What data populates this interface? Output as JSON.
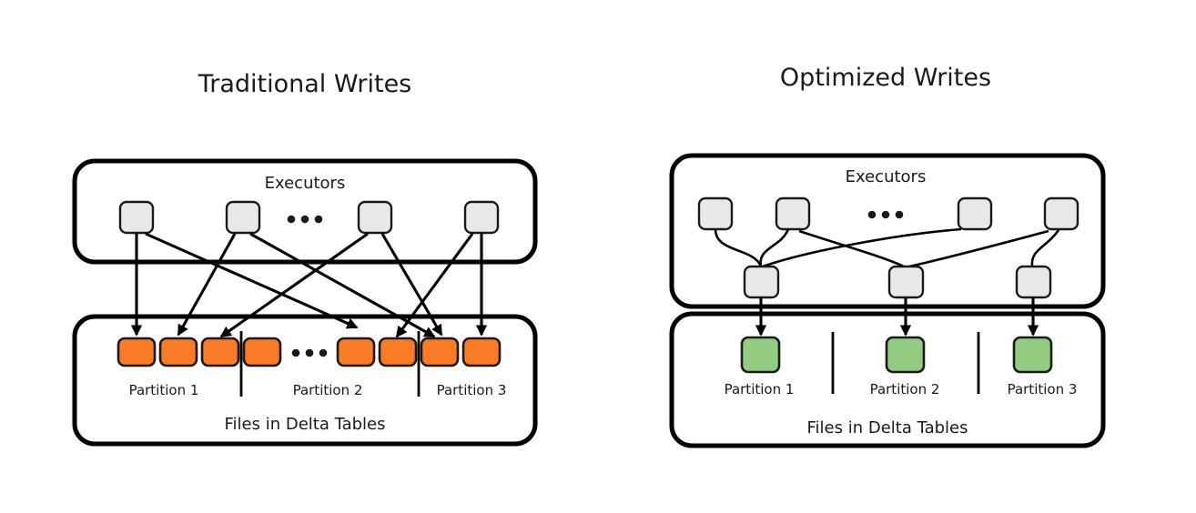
{
  "diagram": {
    "type": "comparison-diagram",
    "panels": [
      {
        "id": "traditional",
        "title": "Traditional Writes",
        "executors_label": "Executors",
        "files_label": "Files in Delta Tables",
        "ellipsis": "• • •",
        "executor_count_shown": 4,
        "file_count_shown": 8,
        "file_color": "#f97b26",
        "executor_color": "#e8e8e8",
        "partitions": [
          {
            "label": "Partition 1"
          },
          {
            "label": "Partition 2"
          },
          {
            "label": "Partition 3"
          }
        ]
      },
      {
        "id": "optimized",
        "title": "Optimized Writes",
        "executors_label": "Executors",
        "files_label": "Files in Delta Tables",
        "ellipsis": "• • •",
        "executor_count_shown": 4,
        "shuffle_count_shown": 3,
        "file_count_shown": 3,
        "file_color": "#91cc80",
        "executor_color": "#e8e8e8",
        "partitions": [
          {
            "label": "Partition 1"
          },
          {
            "label": "Partition 2"
          },
          {
            "label": "Partition 3"
          }
        ]
      }
    ],
    "background": "#ffffff",
    "stroke": "#000000"
  }
}
